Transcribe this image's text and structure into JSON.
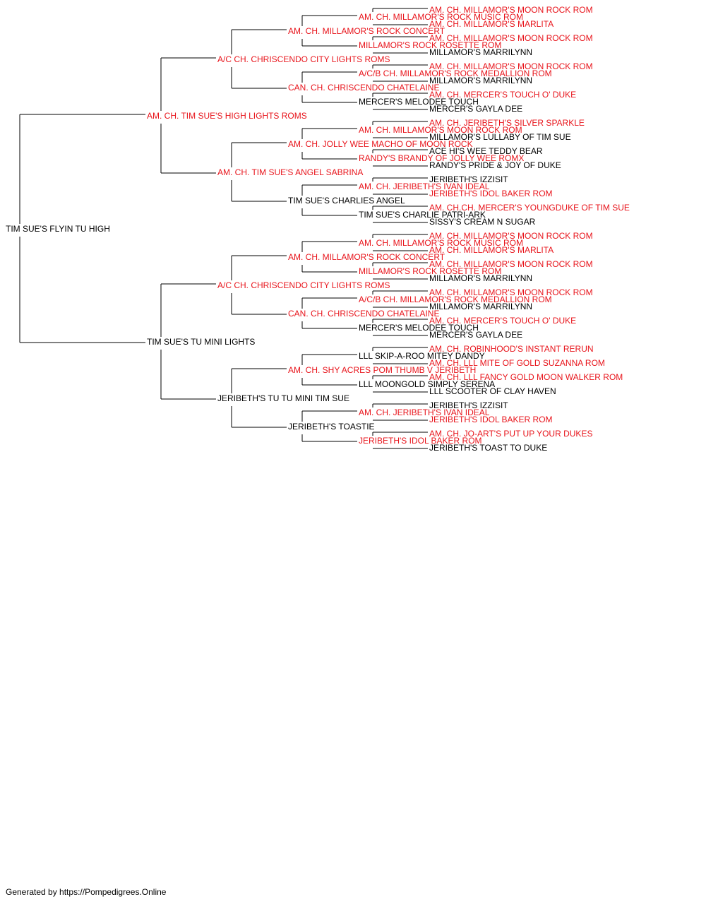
{
  "colors": {
    "champion": "#e8141b",
    "normal": "#000000",
    "line": "#000000"
  },
  "subject": "TIM SUE'S FLYIN TU HIGH",
  "footer": "Generated by https://Pompedigrees.Online",
  "pedigree": {
    "n": "TIM SUE'S FLYIN TU HIGH",
    "c": false,
    "k": [
      {
        "n": "AM. CH. TIM SUE'S HIGH LIGHTS ROMS",
        "c": true,
        "k": [
          {
            "n": "A/C CH. CHRISCENDO CITY LIGHTS ROMS",
            "c": true,
            "k": [
              {
                "n": "AM. CH. MILLAMOR'S ROCK CONCERT",
                "c": true,
                "k": [
                  {
                    "n": "AM. CH. MILLAMOR'S ROCK MUSIC ROM",
                    "c": true,
                    "k": [
                      {
                        "n": "AM. CH. MILLAMOR'S MOON ROCK ROM",
                        "c": true
                      },
                      {
                        "n": "AM. CH. MILLAMOR'S MARLITA",
                        "c": true
                      }
                    ]
                  },
                  {
                    "n": "MILLAMOR'S ROCK ROSETTE ROM",
                    "c": true,
                    "k": [
                      {
                        "n": "AM. CH. MILLAMOR'S MOON ROCK ROM",
                        "c": true
                      },
                      {
                        "n": "MILLAMOR'S MARRILYNN",
                        "c": false
                      }
                    ]
                  }
                ]
              },
              {
                "n": "CAN. CH. CHRISCENDO CHATELAINE",
                "c": true,
                "k": [
                  {
                    "n": "A/C/B CH. MILLAMOR'S ROCK MEDALLION ROM",
                    "c": true,
                    "k": [
                      {
                        "n": "AM. CH. MILLAMOR'S MOON ROCK ROM",
                        "c": true
                      },
                      {
                        "n": "MILLAMOR'S MARRILYNN",
                        "c": false
                      }
                    ]
                  },
                  {
                    "n": "MERCER'S MELODEE TOUCH",
                    "c": false,
                    "k": [
                      {
                        "n": "AM. CH. MERCER'S TOUCH O' DUKE",
                        "c": true
                      },
                      {
                        "n": "MERCER'S GAYLA DEE",
                        "c": false
                      }
                    ]
                  }
                ]
              }
            ]
          },
          {
            "n": "AM. CH. TIM SUE'S ANGEL SABRINA",
            "c": true,
            "k": [
              {
                "n": "AM. CH. JOLLY WEE MACHO OF MOON ROCK",
                "c": true,
                "k": [
                  {
                    "n": "AM. CH. MILLAMOR'S MOON ROCK ROM",
                    "c": true,
                    "k": [
                      {
                        "n": "AM. CH. JERIBETH'S SILVER SPARKLE",
                        "c": true
                      },
                      {
                        "n": "MILLAMOR'S LULLABY OF TIM SUE",
                        "c": false
                      }
                    ]
                  },
                  {
                    "n": "RANDY'S BRANDY OF JOLLY WEE ROMX",
                    "c": true,
                    "k": [
                      {
                        "n": "ACE HI'S WEE TEDDY BEAR",
                        "c": false
                      },
                      {
                        "n": "RANDY'S PRIDE & JOY OF DUKE",
                        "c": false
                      }
                    ]
                  }
                ]
              },
              {
                "n": "TIM SUE'S CHARLIES ANGEL",
                "c": false,
                "k": [
                  {
                    "n": "AM. CH. JERIBETH'S IVAN IDEAL",
                    "c": true,
                    "k": [
                      {
                        "n": "JERIBETH'S IZZISIT",
                        "c": false
                      },
                      {
                        "n": "JERIBETH'S IDOL BAKER ROM",
                        "c": true
                      }
                    ]
                  },
                  {
                    "n": "TIM SUE'S CHARLIE PATRI-ARK",
                    "c": false,
                    "k": [
                      {
                        "n": "AM. CH.CH. MERCER'S YOUNGDUKE OF TIM SUE",
                        "c": true
                      },
                      {
                        "n": "SISSY'S CREAM N SUGAR",
                        "c": false
                      }
                    ]
                  }
                ]
              }
            ]
          }
        ]
      },
      {
        "n": "TIM SUE'S TU MINI LIGHTS",
        "c": false,
        "k": [
          {
            "n": "A/C CH. CHRISCENDO CITY LIGHTS ROMS",
            "c": true,
            "k": [
              {
                "n": "AM. CH. MILLAMOR'S ROCK CONCERT",
                "c": true,
                "k": [
                  {
                    "n": "AM. CH. MILLAMOR'S ROCK MUSIC ROM",
                    "c": true,
                    "k": [
                      {
                        "n": "AM. CH. MILLAMOR'S MOON ROCK ROM",
                        "c": true
                      },
                      {
                        "n": "AM. CH. MILLAMOR'S MARLITA",
                        "c": true
                      }
                    ]
                  },
                  {
                    "n": "MILLAMOR'S ROCK ROSETTE ROM",
                    "c": true,
                    "k": [
                      {
                        "n": "AM. CH. MILLAMOR'S MOON ROCK ROM",
                        "c": true
                      },
                      {
                        "n": "MILLAMOR'S MARRILYNN",
                        "c": false
                      }
                    ]
                  }
                ]
              },
              {
                "n": "CAN. CH. CHRISCENDO CHATELAINE",
                "c": true,
                "k": [
                  {
                    "n": "A/C/B CH. MILLAMOR'S ROCK MEDALLION ROM",
                    "c": true,
                    "k": [
                      {
                        "n": "AM. CH. MILLAMOR'S MOON ROCK ROM",
                        "c": true
                      },
                      {
                        "n": "MILLAMOR'S MARRILYNN",
                        "c": false
                      }
                    ]
                  },
                  {
                    "n": "MERCER'S MELODEE TOUCH",
                    "c": false,
                    "k": [
                      {
                        "n": "AM. CH. MERCER'S TOUCH O' DUKE",
                        "c": true
                      },
                      {
                        "n": "MERCER'S GAYLA DEE",
                        "c": false
                      }
                    ]
                  }
                ]
              }
            ]
          },
          {
            "n": "JERIBETH'S TU TU MINI TIM SUE",
            "c": false,
            "k": [
              {
                "n": "AM. CH. SHY ACRES POM THUMB V JERIBETH",
                "c": true,
                "k": [
                  {
                    "n": "LLL SKIP-A-ROO MITEY DANDY",
                    "c": false,
                    "k": [
                      {
                        "n": "AM. CH. ROBINHOOD'S INSTANT RERUN",
                        "c": true
                      },
                      {
                        "n": "AM. CH. LLL MITE OF GOLD SUZANNA ROM",
                        "c": true
                      }
                    ]
                  },
                  {
                    "n": "LLL MOONGOLD SIMPLY SERENA",
                    "c": false,
                    "k": [
                      {
                        "n": "AM. CH. LLL FANCY GOLD MOON WALKER ROM",
                        "c": true
                      },
                      {
                        "n": "LLL SCOOTER OF CLAY HAVEN",
                        "c": false
                      }
                    ]
                  }
                ]
              },
              {
                "n": "JERIBETH'S TOASTIE",
                "c": false,
                "k": [
                  {
                    "n": "AM. CH. JERIBETH'S IVAN IDEAL",
                    "c": true,
                    "k": [
                      {
                        "n": "JERIBETH'S IZZISIT",
                        "c": false
                      },
                      {
                        "n": "JERIBETH'S IDOL BAKER ROM",
                        "c": true
                      }
                    ]
                  },
                  {
                    "n": "JERIBETH'S IDOL BAKER ROM",
                    "c": true,
                    "k": [
                      {
                        "n": "AM. CH. JO-ART'S PUT UP YOUR DUKES",
                        "c": true
                      },
                      {
                        "n": "JERIBETH'S TOAST TO DUKE",
                        "c": false
                      }
                    ]
                  }
                ]
              }
            ]
          }
        ]
      }
    ]
  }
}
